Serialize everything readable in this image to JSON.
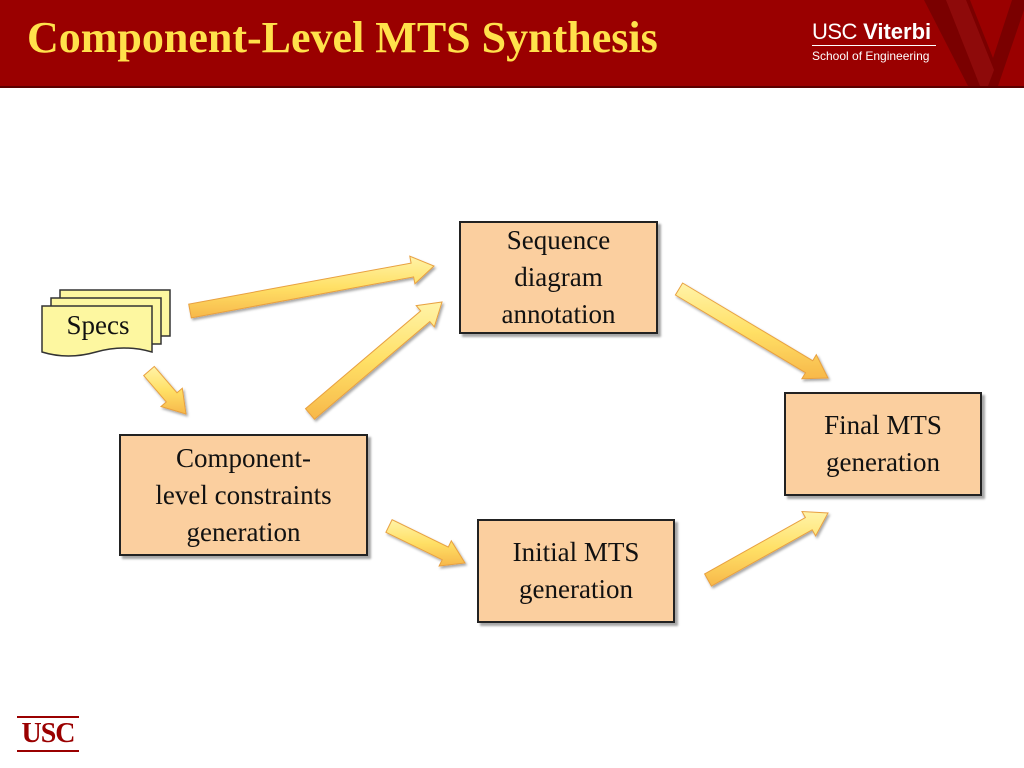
{
  "header": {
    "title": "Component-Level MTS Synthesis",
    "logo_usc": "USC",
    "logo_viterbi": "Viterbi",
    "logo_school": "School of Engineering"
  },
  "diagram": {
    "specs": "Specs",
    "component_constraints": [
      "Component-",
      "level constraints",
      "generation"
    ],
    "sequence_annotation": [
      "Sequence",
      "diagram",
      "annotation"
    ],
    "initial_mts": [
      "Initial MTS",
      "generation"
    ],
    "final_mts": [
      "Final MTS",
      "generation"
    ]
  },
  "footer": {
    "logo": "USC"
  },
  "colors": {
    "header_bg": "#9a0000",
    "title": "#ffe14b",
    "box_fill": "#fbcf9f",
    "arrow_fill": "#ffe66e",
    "specs_fill": "#fdf7a0"
  }
}
